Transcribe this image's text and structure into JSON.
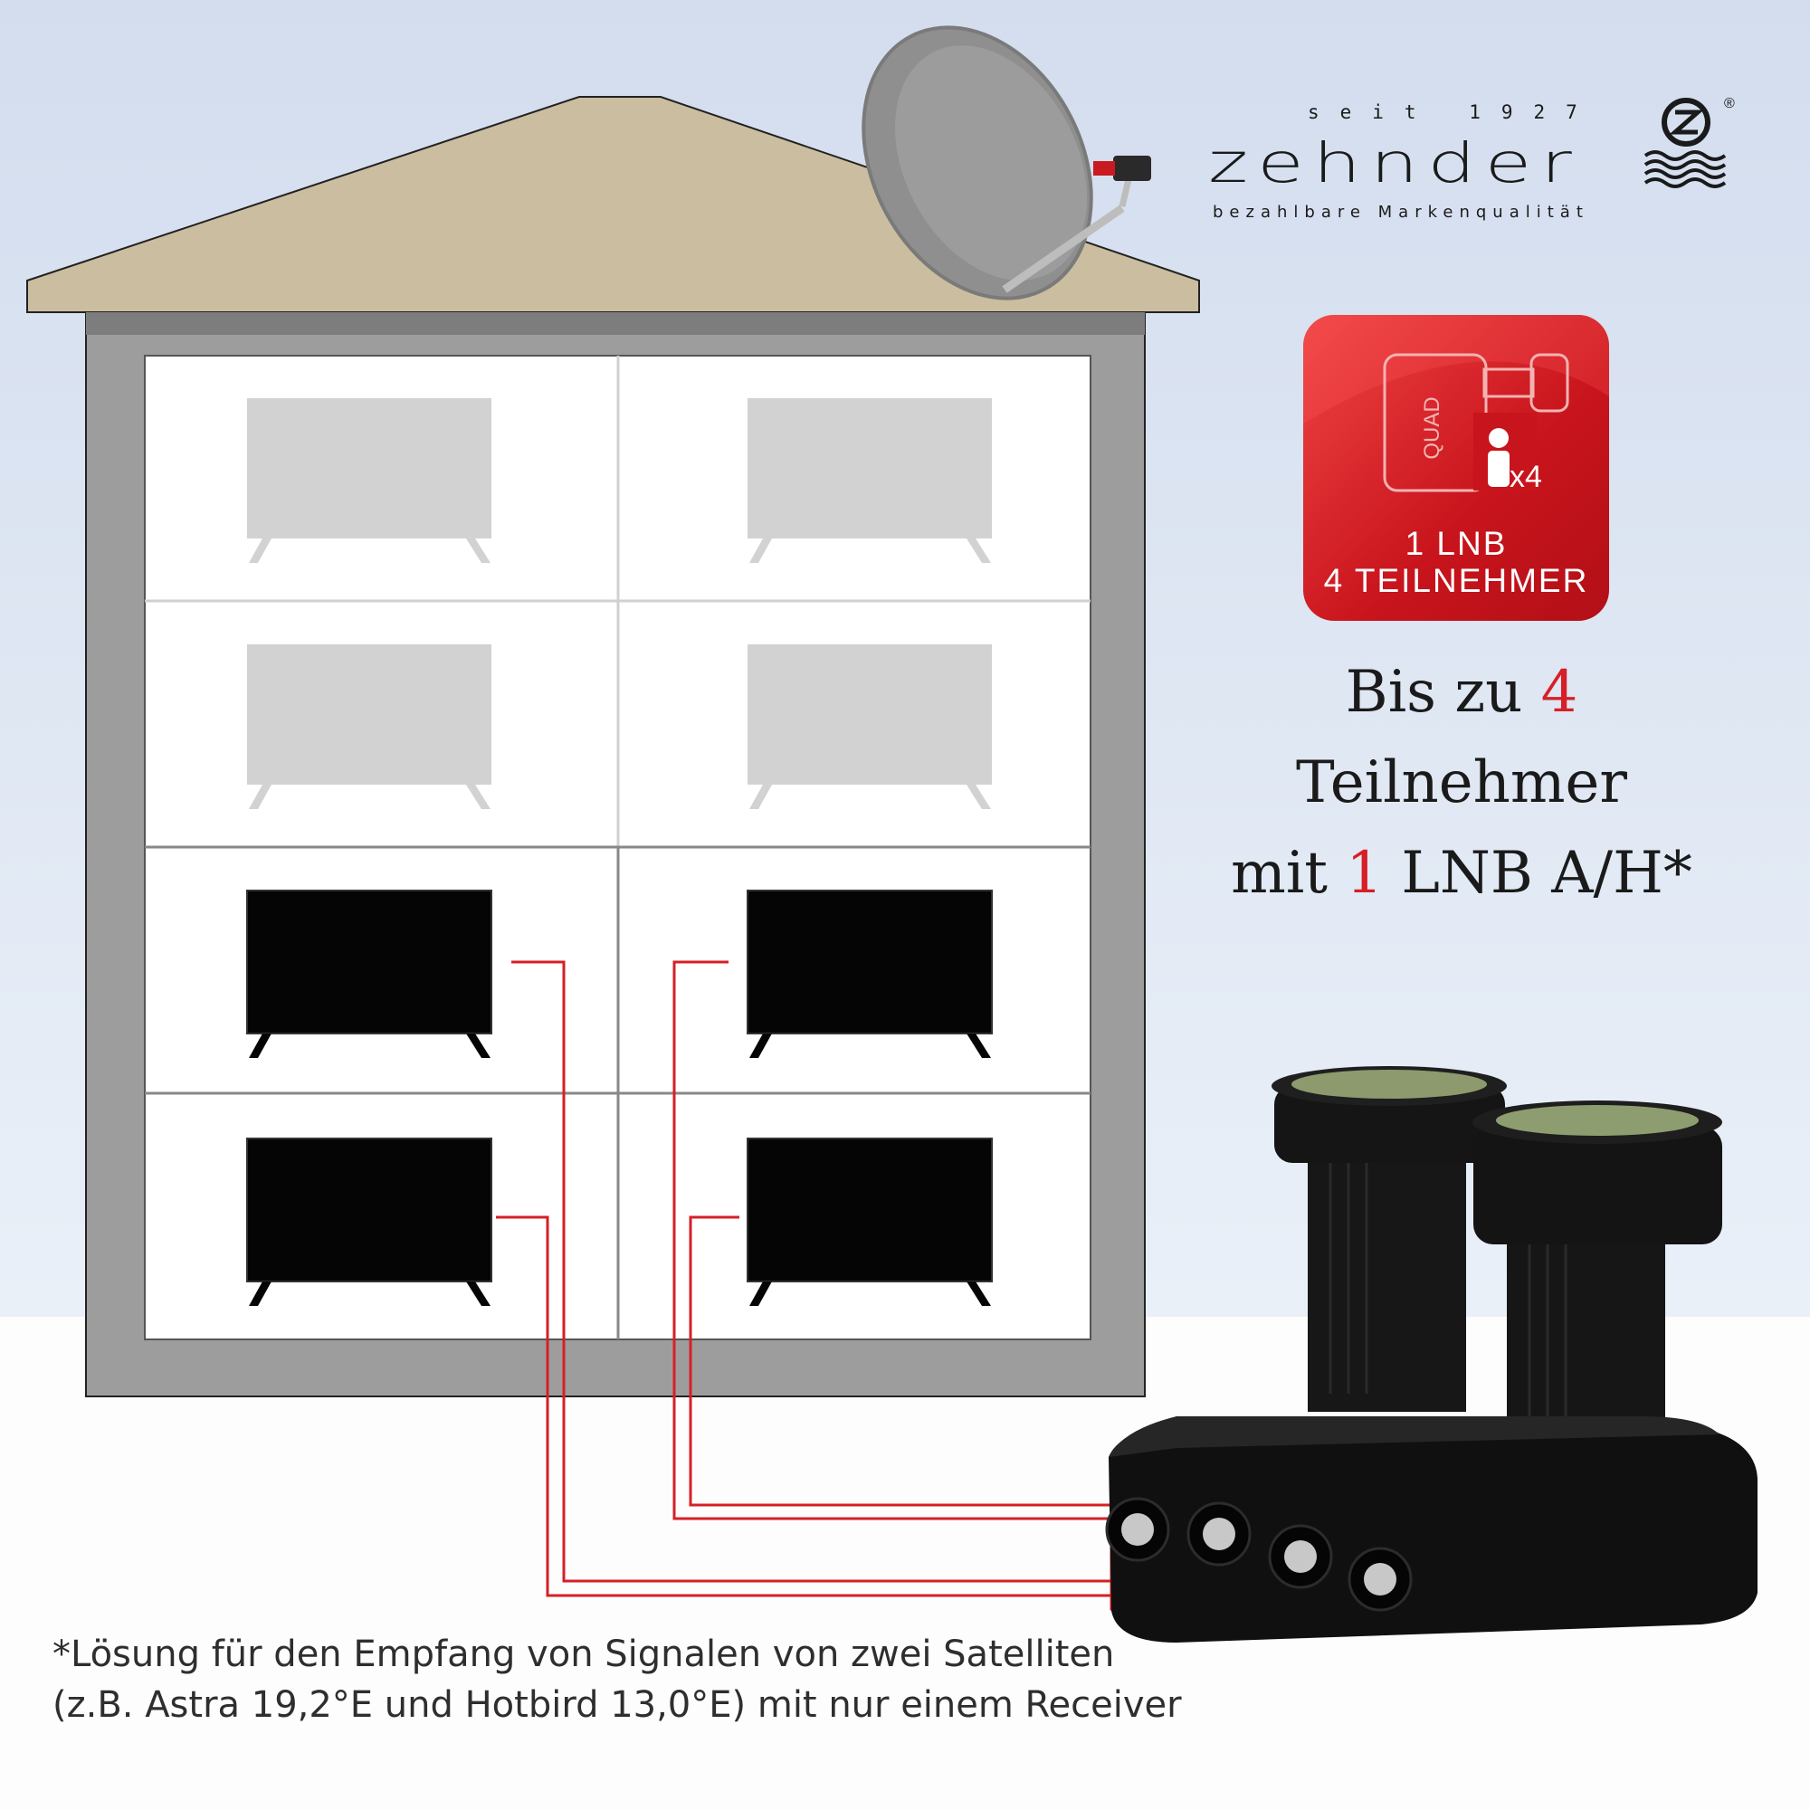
{
  "brand": {
    "since": "seit 1927",
    "name": "zehnder",
    "tagline": "bezahlbare Markenqualität",
    "registered": "®",
    "logo_icon": "zehnder-z-waves-logo"
  },
  "badge": {
    "icon": "quad-lnb-person-icon",
    "quad_label": "QUAD",
    "multiplier": "x4",
    "line1": "1 LNB",
    "line2": "4 TEILNEHMER"
  },
  "headline": {
    "line1_prefix": "Bis zu ",
    "line1_number": "4",
    "line2": "Teilnehmer",
    "line3_prefix": "mit ",
    "line3_number": "1",
    "line3_suffix": " LNB A/H*"
  },
  "footnote": {
    "line1": "*Lösung für den Empfang von Signalen von zwei Satelliten",
    "line2": "(z.B. Astra 19,2°E und Hotbird 13,0°E) mit nur einem Receiver"
  },
  "colors": {
    "accent": "#d61f26",
    "roof": "#cbbd9f",
    "wall": "#9d9d9d",
    "tv_active": "#050505",
    "tv_inactive": "#d0d0d0"
  },
  "rooms": [
    {
      "floor": 1,
      "side": "left",
      "tv": "inactive"
    },
    {
      "floor": 1,
      "side": "right",
      "tv": "inactive"
    },
    {
      "floor": 2,
      "side": "left",
      "tv": "inactive"
    },
    {
      "floor": 2,
      "side": "right",
      "tv": "inactive"
    },
    {
      "floor": 3,
      "side": "left",
      "tv": "connected"
    },
    {
      "floor": 3,
      "side": "right",
      "tv": "connected"
    },
    {
      "floor": 4,
      "side": "left",
      "tv": "connected"
    },
    {
      "floor": 4,
      "side": "right",
      "tv": "connected"
    }
  ],
  "lnb": {
    "type": "quad",
    "outputs": 4
  }
}
